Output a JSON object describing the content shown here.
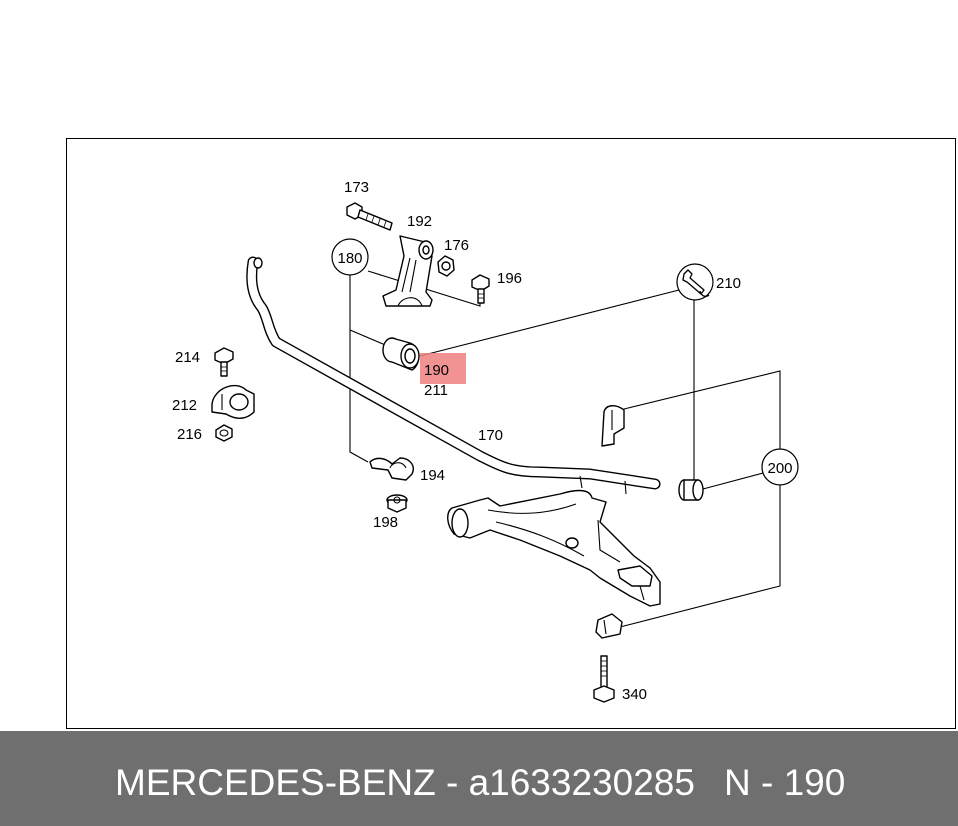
{
  "diagram": {
    "callouts": {
      "c173": "173",
      "c192": "192",
      "c176": "176",
      "c196": "196",
      "c180": "180",
      "c210": "210",
      "c214": "214",
      "c212": "212",
      "c216": "216",
      "c190": "190",
      "c211": "211",
      "c170": "170",
      "c194": "194",
      "c198": "198",
      "c200": "200",
      "c340": "340"
    },
    "highlight_color": "#f08080",
    "icons": [
      "wrench-icon"
    ]
  },
  "footer": {
    "title": "MERCEDES-BENZ - a1633230285",
    "part_ref": "N - 190",
    "background": "#6f6f6f",
    "text_color": "#ffffff"
  }
}
